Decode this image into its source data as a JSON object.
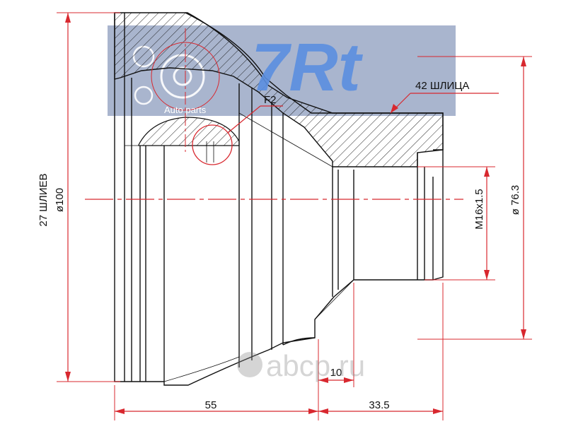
{
  "dimensions": {
    "diameter_outer": "ø100",
    "splines_outer": "27 ШЛИЕВ",
    "splines_inner": "42 ШЛИЦА",
    "thread": "M16x1.5",
    "diameter_flange": "ø 76.3",
    "length_body": "55",
    "length_stub": "33.5",
    "length_step": "10",
    "detail_label": "F2"
  },
  "watermark": {
    "logo": "7Rt",
    "tagline": "Auto parts",
    "site": "abcp.ru"
  },
  "colors": {
    "dimension_line": "#d8282f",
    "outline": "#111111",
    "watermark_bg": "#9aa8c6",
    "watermark_logo": "#5b8fe0"
  }
}
